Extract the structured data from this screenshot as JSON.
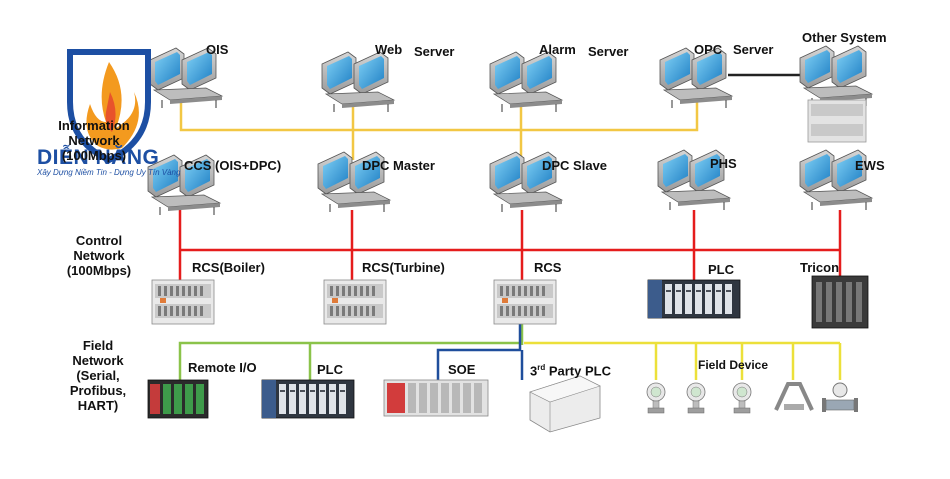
{
  "logo": {
    "name": "DIỄN NĂNG",
    "slogan": "Xây Dựng Niềm Tin - Dựng Uy Tín Vàng"
  },
  "information_network": {
    "nodes": [
      {
        "label": "OIS"
      },
      {
        "label": "Web",
        "suffix": "Server"
      },
      {
        "label": "Alarm",
        "suffix": "Server"
      },
      {
        "label": "OPC",
        "suffix": "Server"
      },
      {
        "label": "Other System"
      }
    ],
    "label_lines": [
      "Information",
      "Network",
      "(100Mbps)"
    ]
  },
  "control_network": {
    "label_lines": [
      "Control",
      "Network",
      "(100Mbps)"
    ],
    "stations": [
      {
        "label": "CCS (OIS+DPC)"
      },
      {
        "label": "DPC Master"
      },
      {
        "label": "DPC Slave"
      },
      {
        "label": "PHS"
      },
      {
        "label": "EWS"
      }
    ],
    "controllers": [
      {
        "label": "RCS(Boiler)"
      },
      {
        "label": "RCS(Turbine)"
      },
      {
        "label": "RCS"
      },
      {
        "label": "PLC"
      },
      {
        "label": "Tricon"
      }
    ]
  },
  "field_network": {
    "label_lines": [
      "Field",
      "Network",
      "(Serial,",
      "Profibus,",
      "HART)"
    ],
    "devices": [
      {
        "label": "Remote I/O"
      },
      {
        "label": "PLC"
      },
      {
        "label": "SOE"
      },
      {
        "label_pre": "3",
        "label_sup": "rd",
        "label_post": " Party PLC"
      },
      {
        "label": "Field Device"
      }
    ]
  },
  "colors": {
    "information_bus": "#f2c744",
    "control_bus": "#e51c1c",
    "field_green": "#8bc34a",
    "field_blue": "#1f4e9c",
    "field_yellow": "#ece03a",
    "monitor_screen": "#3aa2d8"
  }
}
